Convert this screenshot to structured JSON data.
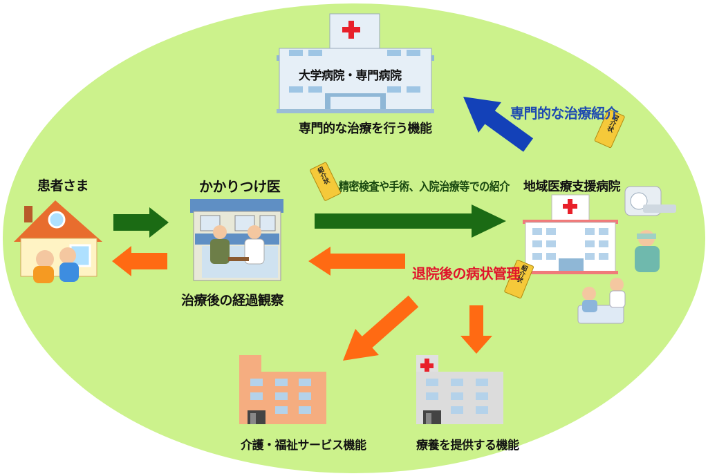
{
  "labels": {
    "patient": "患者さま",
    "kakaritsuke": "かかりつけ医",
    "followup": "治療後の経過観察",
    "university_hospital": "大学病院・専門病院",
    "specialized_function": "専門的な治療を行う機能",
    "regional_hospital": "地域医療支援病院",
    "care_welfare": "介護・福祉サービス機能",
    "medical_treatment": "療養を提供する機能"
  },
  "arrows": {
    "specialist_referral": "専門的な治療紹介",
    "exam_referral": "精密検査や手術、入院治療等での紹介",
    "post_discharge": "退院後の病状管理"
  },
  "badge_text": "紹介状",
  "colors": {
    "background_ellipse": "#ccf28c",
    "arrow_green": "#1b6b14",
    "arrow_orange": "#ff6a13",
    "arrow_blue": "#1341b8",
    "red_text": "#e0142b",
    "hospital_blue": "#b4d2ea",
    "care_facility": "#f5ad80",
    "cross_red": "#e8202a"
  }
}
